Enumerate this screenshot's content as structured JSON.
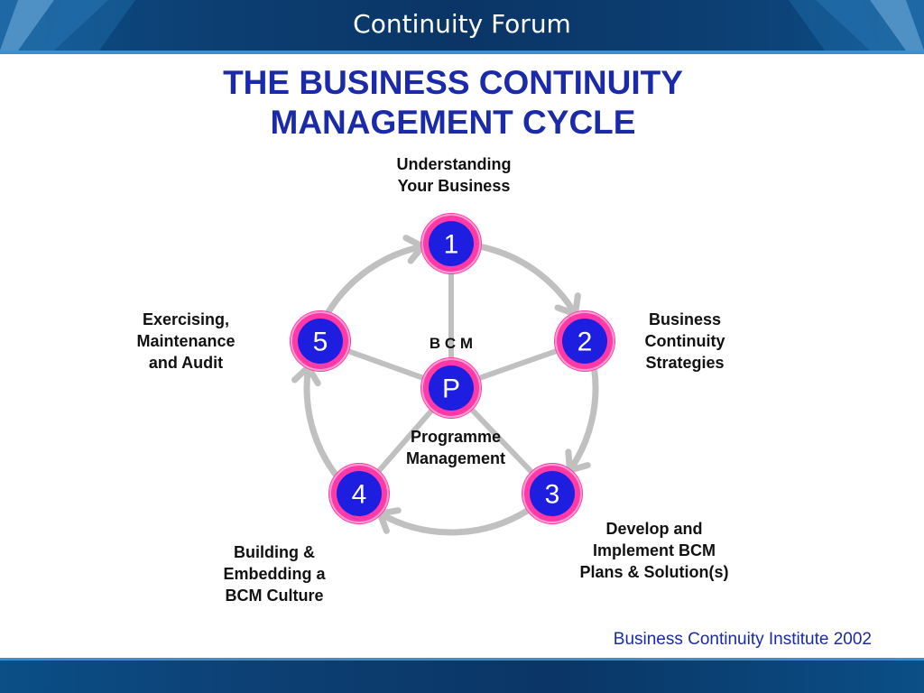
{
  "header": {
    "title": "Continuity Forum"
  },
  "title": {
    "line1": "THE BUSINESS CONTINUITY",
    "line2": "MANAGEMENT CYCLE"
  },
  "center": {
    "bcm_label": "B C M",
    "node_label": "P"
  },
  "nodes": [
    {
      "number": "1",
      "label_lines": [
        "Understanding",
        "Your Business"
      ]
    },
    {
      "number": "2",
      "label_lines": [
        "Business",
        "Continuity",
        "Strategies"
      ]
    },
    {
      "number": "3",
      "label_lines": [
        "Develop and",
        "Implement BCM",
        "Plans & Solution(s)"
      ]
    },
    {
      "number": "4",
      "label_lines": [
        "Building &",
        "Embedding a",
        "BCM Culture"
      ]
    },
    {
      "number": "5",
      "label_lines": [
        "Exercising,",
        "Maintenance",
        "and Audit"
      ]
    }
  ],
  "center_caption": [
    "Programme",
    "Management"
  ],
  "footer": {
    "credit": "Business Continuity Institute 2002"
  },
  "colors": {
    "node_fill": "#1e1ee0",
    "node_ring": "#ff3aa6",
    "arrow": "#c0c0c0",
    "title": "#1a2aa8"
  }
}
